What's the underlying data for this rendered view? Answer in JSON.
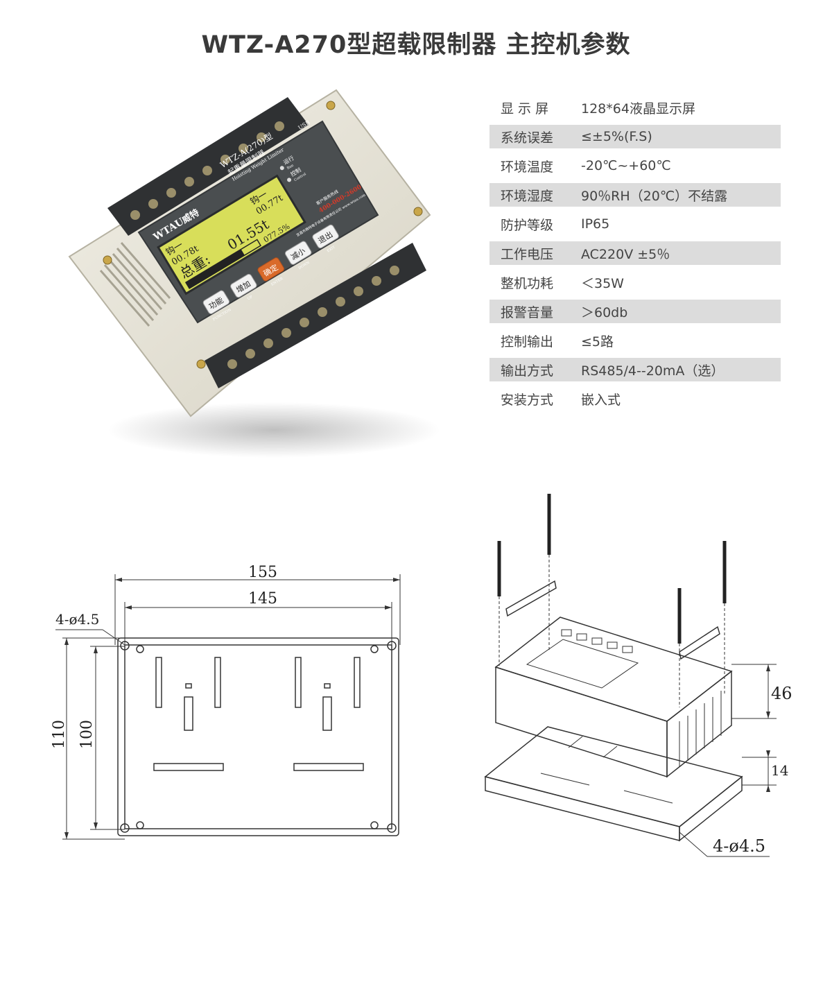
{
  "title": "WTZ-A270型超载限制器  主控机参数",
  "specs": [
    {
      "label": "显 示 屏",
      "value": "128*64液晶显示屏",
      "shaded": false
    },
    {
      "label": "系统误差",
      "value": "≤±5%(F.S)",
      "shaded": true
    },
    {
      "label": "环境温度",
      "value": "-20℃~+60℃",
      "shaded": false
    },
    {
      "label": "环境湿度",
      "value": "90％RH（20℃）不结露",
      "shaded": true
    },
    {
      "label": "防护等级",
      "value": "IP65",
      "shaded": false
    },
    {
      "label": "工作电压",
      "value": "AC220V ±5％",
      "shaded": true
    },
    {
      "label": "整机功耗",
      "value": "＜35W",
      "shaded": false
    },
    {
      "label": "报警音量",
      "value": "＞60db",
      "shaded": true
    },
    {
      "label": "控制输出",
      "value": "≤5路",
      "shaded": false
    },
    {
      "label": "输出方式",
      "value": "RS485/4--20mA（选）",
      "shaded": true
    },
    {
      "label": "安装方式",
      "value": "嵌入式",
      "shaded": false
    }
  ],
  "device": {
    "brand": "WTAU",
    "brand_cn": "威特",
    "model": "WTZ-A(270)型",
    "name_cn": "起重量限制器",
    "name_en": "Hoisting Weight Limiter",
    "usb": "USB",
    "run_cn": "运行",
    "run_en": "Run",
    "control_cn": "控制",
    "control_en": "Control",
    "hotline_label": "客户服务热线",
    "hotline": "400-000-2600",
    "company": "宜昌市微特电子设备有限责任公司 www.wtau.com",
    "lcd": {
      "left_tag": "钩一",
      "left_value": "00.78t",
      "right_tag": "钩一",
      "right_value": "00.77t",
      "main_label": "总重:",
      "main_value": "01.55t",
      "percent": "077.5%",
      "bar_fraction": 0.775
    },
    "buttons": [
      {
        "cn": "功能",
        "en": "FUNCTION"
      },
      {
        "cn": "增加",
        "en": "UP"
      },
      {
        "cn": "确定",
        "en": "ENTER"
      },
      {
        "cn": "减小",
        "en": "DOWN"
      },
      {
        "cn": "退出",
        "en": "EXIT"
      }
    ]
  },
  "front_drawing": {
    "dim_155": "155",
    "dim_145": "145",
    "dim_110": "110",
    "dim_100": "100",
    "holes": "4-ø4.5"
  },
  "exploded_drawing": {
    "dim_46": "46",
    "dim_14": "14",
    "holes": "4-ø4.5"
  },
  "colors": {
    "housing": "#e6e3d6",
    "panel": "#4a4e50",
    "lcd": "#d8de5a",
    "enter_button": "#d96a2a",
    "accent_red": "#d23a2a"
  }
}
